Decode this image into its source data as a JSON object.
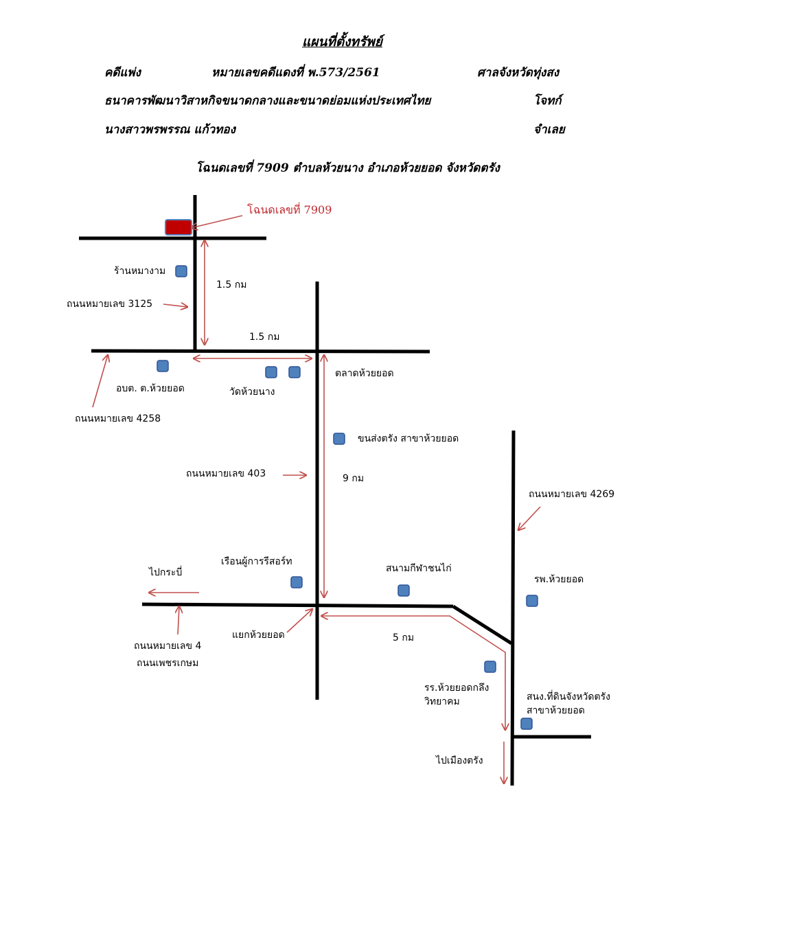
{
  "header": {
    "title": "แผนที่ตั้งทรัพย์",
    "case_type": "คดีแพ่ง",
    "case_number": "หมายเลขคดีแดงที่  พ.573/2561",
    "court": "ศาลจังหวัดทุ่งสง",
    "plaintiff_name": "ธนาคารพัฒนาวิสาหกิจขนาดกลางและขนาดย่อมแห่งประเทศไทย",
    "plaintiff_role": "โจทก์",
    "defendant_name": "นางสาวพรพรรณ  แก้วทอง",
    "defendant_role": "จำเลย",
    "deed_line": "โฉนดเลขที่  7909  ตำบลห้วยนาง  อำเภอห้วยยอด   จังหวัดตรัง"
  },
  "map": {
    "colors": {
      "road": "#000000",
      "arrow": "#c0504d",
      "landmark": "#4f81bd",
      "landmark_border": "#2f5496",
      "parcel": "#c00000"
    },
    "parcel_label": "โฉนดเลขที่  7909",
    "distances": {
      "north_segment": "1.5 กม",
      "west_segment": "1.5 กม",
      "south_segment": "9 กม",
      "east_segment": "5 กม"
    },
    "road_labels": {
      "road_3125": "ถนนหมายเลข 3125",
      "road_4258": "ถนนหมายเลข 4258",
      "road_403": "ถนนหมายเลข 403",
      "road_4269": "ถนนหมายเลข 4269",
      "road_4_line1": "ถนนหมายเลข 4",
      "road_4_line2": "ถนนเพชรเกษม"
    },
    "landmarks": {
      "noodle_shop": "ร้านหมางาม",
      "sao_office": "อบต. ต.ห้วยยอด",
      "temple": "วัดห้วยนาง",
      "market": "ตลาดห้วยยอด",
      "bus": "ขนส่งตรัง สาขาห้วยยอด",
      "resort": "เรือนผู้การรีสอร์ท",
      "cockfight": "สนามกีฬาชนไก่",
      "hospital": "รพ.ห้วยยอด",
      "school_line1": "รร.ห้วยยอดกลึง",
      "school_line2": "วิทยาคม",
      "land_office_line1": "สนง.ที่ดินจังหวัดตรัง",
      "land_office_line2": "สาขาห้วยยอด"
    },
    "directions": {
      "to_krabi": "ไปกระบี่",
      "junction": "แยกห้วยยอด",
      "to_trang": "ไปเมืองตรัง"
    }
  }
}
